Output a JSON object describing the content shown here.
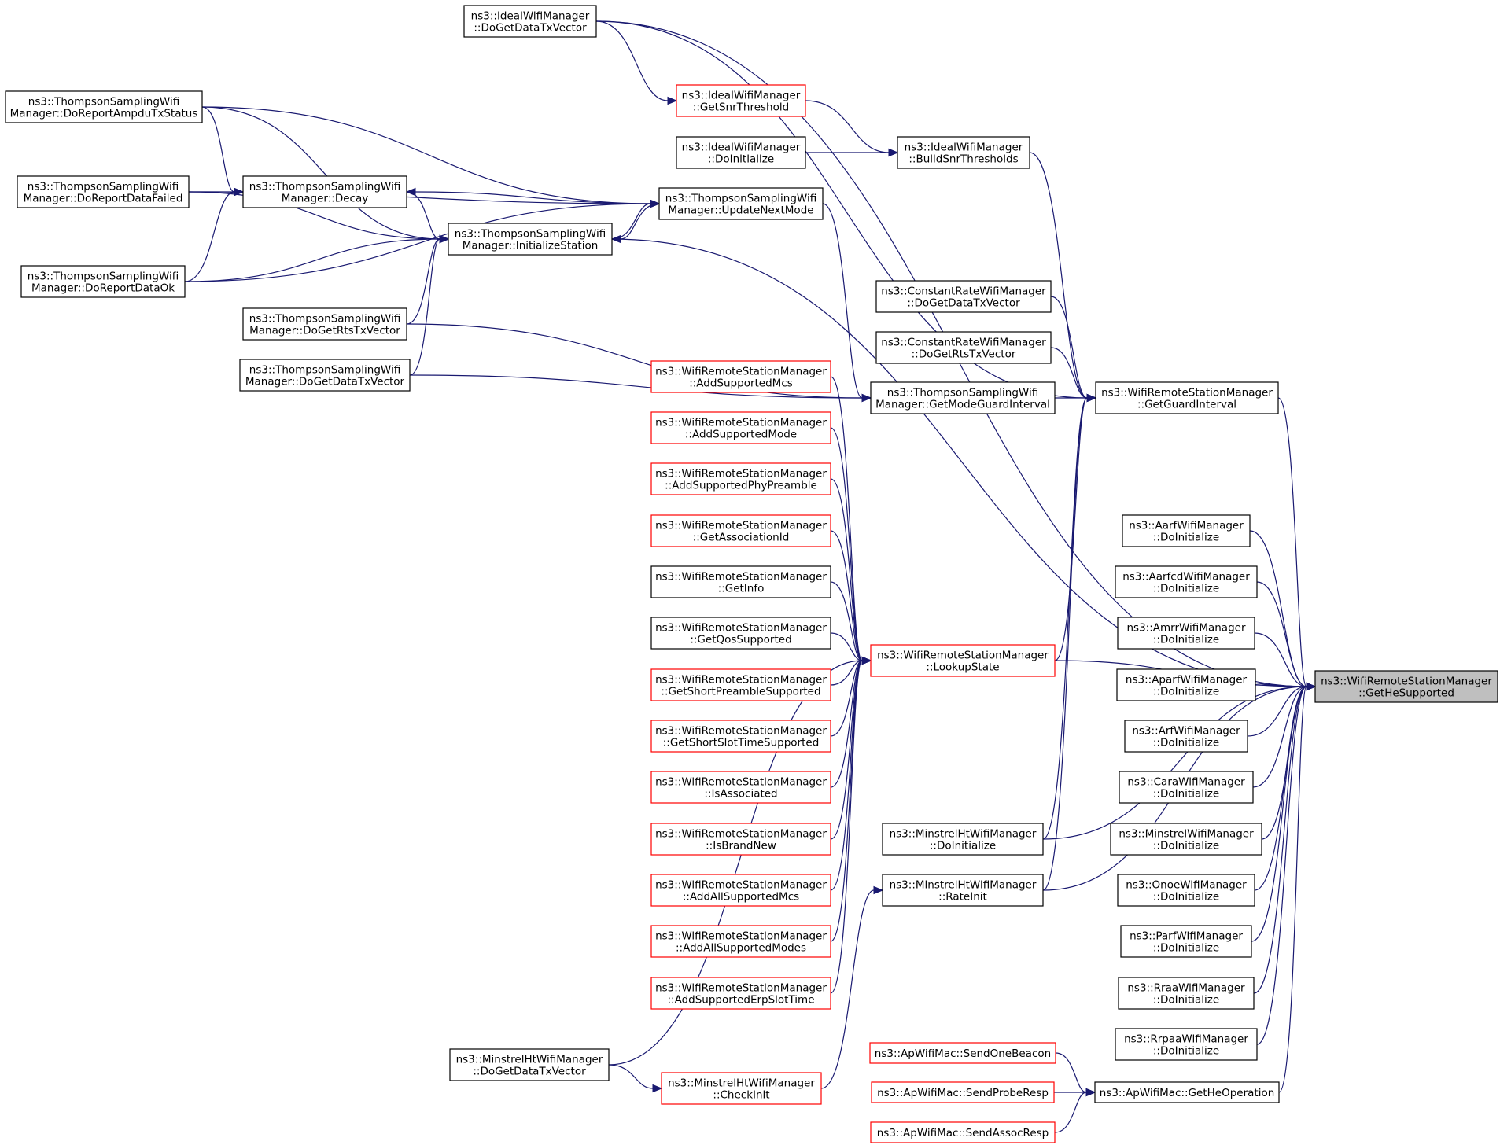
{
  "colors": {
    "edge": "#191970",
    "border_normal": "#000000",
    "border_truncated": "#ff0000",
    "fill_root": "#bfbfbf",
    "fill_normal": "#ffffff"
  },
  "nodes": [
    {
      "id": "gethe",
      "lines": [
        "ns3::WifiRemoteStationManager",
        "::GetHeSupported"
      ],
      "style": "root"
    },
    {
      "id": "ideal_dogdtx",
      "lines": [
        "ns3::IdealWifiManager",
        "::DoGetDataTxVector"
      ],
      "style": "normal"
    },
    {
      "id": "ideal_gsnr",
      "lines": [
        "ns3::IdealWifiManager",
        "::GetSnrThreshold"
      ],
      "style": "truncated"
    },
    {
      "id": "ideal_doinit",
      "lines": [
        "ns3::IdealWifiManager",
        "::DoInitialize"
      ],
      "style": "normal"
    },
    {
      "id": "ideal_build",
      "lines": [
        "ns3::IdealWifiManager",
        "::BuildSnrThresholds"
      ],
      "style": "normal"
    },
    {
      "id": "ts_ampdu",
      "lines": [
        "ns3::ThompsonSamplingWifi",
        "Manager::DoReportAmpduTxStatus"
      ],
      "style": "normal"
    },
    {
      "id": "ts_failed",
      "lines": [
        "ns3::ThompsonSamplingWifi",
        "Manager::DoReportDataFailed"
      ],
      "style": "normal"
    },
    {
      "id": "ts_decay",
      "lines": [
        "ns3::ThompsonSamplingWifi",
        "Manager::Decay"
      ],
      "style": "normal"
    },
    {
      "id": "ts_update",
      "lines": [
        "ns3::ThompsonSamplingWifi",
        "Manager::UpdateNextMode"
      ],
      "style": "normal"
    },
    {
      "id": "ts_init",
      "lines": [
        "ns3::ThompsonSamplingWifi",
        "Manager::InitializeStation"
      ],
      "style": "normal"
    },
    {
      "id": "ts_ok",
      "lines": [
        "ns3::ThompsonSamplingWifi",
        "Manager::DoReportDataOk"
      ],
      "style": "normal"
    },
    {
      "id": "ts_rts",
      "lines": [
        "ns3::ThompsonSamplingWifi",
        "Manager::DoGetRtsTxVector"
      ],
      "style": "normal"
    },
    {
      "id": "ts_dtx",
      "lines": [
        "ns3::ThompsonSamplingWifi",
        "Manager::DoGetDataTxVector"
      ],
      "style": "normal"
    },
    {
      "id": "ts_gmgi",
      "lines": [
        "ns3::ThompsonSamplingWifi",
        "Manager::GetModeGuardInterval"
      ],
      "style": "normal"
    },
    {
      "id": "cr_dtx",
      "lines": [
        "ns3::ConstantRateWifiManager",
        "::DoGetDataTxVector"
      ],
      "style": "normal"
    },
    {
      "id": "cr_rts",
      "lines": [
        "ns3::ConstantRateWifiManager",
        "::DoGetRtsTxVector"
      ],
      "style": "normal"
    },
    {
      "id": "wrsm_ggi",
      "lines": [
        "ns3::WifiRemoteStationManager",
        "::GetGuardInterval"
      ],
      "style": "normal"
    },
    {
      "id": "wrsm_lookup",
      "lines": [
        "ns3::WifiRemoteStationManager",
        "::LookupState"
      ],
      "style": "truncated"
    },
    {
      "id": "wrsm_asmcs",
      "lines": [
        "ns3::WifiRemoteStationManager",
        "::AddSupportedMcs"
      ],
      "style": "truncated"
    },
    {
      "id": "wrsm_asmode",
      "lines": [
        "ns3::WifiRemoteStationManager",
        "::AddSupportedMode"
      ],
      "style": "truncated"
    },
    {
      "id": "wrsm_asphy",
      "lines": [
        "ns3::WifiRemoteStationManager",
        "::AddSupportedPhyPreamble"
      ],
      "style": "truncated"
    },
    {
      "id": "wrsm_gaid",
      "lines": [
        "ns3::WifiRemoteStationManager",
        "::GetAssociationId"
      ],
      "style": "truncated"
    },
    {
      "id": "wrsm_ginfo",
      "lines": [
        "ns3::WifiRemoteStationManager",
        "::GetInfo"
      ],
      "style": "normal"
    },
    {
      "id": "wrsm_gqos",
      "lines": [
        "ns3::WifiRemoteStationManager",
        "::GetQosSupported"
      ],
      "style": "normal"
    },
    {
      "id": "wrsm_gspre",
      "lines": [
        "ns3::WifiRemoteStationManager",
        "::GetShortPreambleSupported"
      ],
      "style": "truncated"
    },
    {
      "id": "wrsm_gsslot",
      "lines": [
        "ns3::WifiRemoteStationManager",
        "::GetShortSlotTimeSupported"
      ],
      "style": "truncated"
    },
    {
      "id": "wrsm_isassoc",
      "lines": [
        "ns3::WifiRemoteStationManager",
        "::IsAssociated"
      ],
      "style": "truncated"
    },
    {
      "id": "wrsm_isnew",
      "lines": [
        "ns3::WifiRemoteStationManager",
        "::IsBrandNew"
      ],
      "style": "truncated"
    },
    {
      "id": "wrsm_aamcs",
      "lines": [
        "ns3::WifiRemoteStationManager",
        "::AddAllSupportedMcs"
      ],
      "style": "truncated"
    },
    {
      "id": "wrsm_aamodes",
      "lines": [
        "ns3::WifiRemoteStationManager",
        "::AddAllSupportedModes"
      ],
      "style": "truncated"
    },
    {
      "id": "wrsm_aserp",
      "lines": [
        "ns3::WifiRemoteStationManager",
        "::AddSupportedErpSlotTime"
      ],
      "style": "truncated"
    },
    {
      "id": "mht_doinit",
      "lines": [
        "ns3::MinstrelHtWifiManager",
        "::DoInitialize"
      ],
      "style": "normal"
    },
    {
      "id": "mht_rateinit",
      "lines": [
        "ns3::MinstrelHtWifiManager",
        "::RateInit"
      ],
      "style": "normal"
    },
    {
      "id": "mht_dtx",
      "lines": [
        "ns3::MinstrelHtWifiManager",
        "::DoGetDataTxVector"
      ],
      "style": "normal"
    },
    {
      "id": "mht_check",
      "lines": [
        "ns3::MinstrelHtWifiManager",
        "::CheckInit"
      ],
      "style": "truncated"
    },
    {
      "id": "aarf",
      "lines": [
        "ns3::AarfWifiManager",
        "::DoInitialize"
      ],
      "style": "normal"
    },
    {
      "id": "aarfcd",
      "lines": [
        "ns3::AarfcdWifiManager",
        "::DoInitialize"
      ],
      "style": "normal"
    },
    {
      "id": "amrr",
      "lines": [
        "ns3::AmrrWifiManager",
        "::DoInitialize"
      ],
      "style": "normal"
    },
    {
      "id": "aparf",
      "lines": [
        "ns3::AparfWifiManager",
        "::DoInitialize"
      ],
      "style": "normal"
    },
    {
      "id": "arf",
      "lines": [
        "ns3::ArfWifiManager",
        "::DoInitialize"
      ],
      "style": "normal"
    },
    {
      "id": "cara",
      "lines": [
        "ns3::CaraWifiManager",
        "::DoInitialize"
      ],
      "style": "normal"
    },
    {
      "id": "minstrel",
      "lines": [
        "ns3::MinstrelWifiManager",
        "::DoInitialize"
      ],
      "style": "normal"
    },
    {
      "id": "onoe",
      "lines": [
        "ns3::OnoeWifiManager",
        "::DoInitialize"
      ],
      "style": "normal"
    },
    {
      "id": "parf",
      "lines": [
        "ns3::ParfWifiManager",
        "::DoInitialize"
      ],
      "style": "normal"
    },
    {
      "id": "rraa",
      "lines": [
        "ns3::RraaWifiManager",
        "::DoInitialize"
      ],
      "style": "normal"
    },
    {
      "id": "rrpaa",
      "lines": [
        "ns3::RrpaaWifiManager",
        "::DoInitialize"
      ],
      "style": "normal"
    },
    {
      "id": "ap_beacon",
      "lines": [
        "ns3::ApWifiMac::SendOneBeacon"
      ],
      "style": "truncated"
    },
    {
      "id": "ap_probe",
      "lines": [
        "ns3::ApWifiMac::SendProbeResp"
      ],
      "style": "truncated"
    },
    {
      "id": "ap_assoc",
      "lines": [
        "ns3::ApWifiMac::SendAssocResp"
      ],
      "style": "truncated"
    },
    {
      "id": "ap_gheop",
      "lines": [
        "ns3::ApWifiMac::GetHeOperation"
      ],
      "style": "normal"
    }
  ],
  "edges": [
    {
      "from": "ideal_dogdtx",
      "to": "gethe"
    },
    {
      "from": "ideal_dogdtx",
      "to": "wrsm_ggi"
    },
    {
      "from": "ideal_dogdtx",
      "to": "ideal_gsnr"
    },
    {
      "from": "ideal_gsnr",
      "to": "ideal_build"
    },
    {
      "from": "ideal_doinit",
      "to": "ideal_build"
    },
    {
      "from": "ideal_build",
      "to": "wrsm_ggi"
    },
    {
      "from": "ts_ampdu",
      "to": "ts_decay"
    },
    {
      "from": "ts_ampdu",
      "to": "ts_init"
    },
    {
      "from": "ts_ampdu",
      "to": "ts_update"
    },
    {
      "from": "ts_failed",
      "to": "ts_decay"
    },
    {
      "from": "ts_failed",
      "to": "ts_init"
    },
    {
      "from": "ts_failed",
      "to": "ts_update"
    },
    {
      "from": "ts_ok",
      "to": "ts_decay"
    },
    {
      "from": "ts_ok",
      "to": "ts_init"
    },
    {
      "from": "ts_ok",
      "to": "ts_update"
    },
    {
      "from": "ts_rts",
      "to": "ts_init"
    },
    {
      "from": "ts_rts",
      "to": "ts_gmgi"
    },
    {
      "from": "ts_dtx",
      "to": "ts_init"
    },
    {
      "from": "ts_dtx",
      "to": "ts_gmgi"
    },
    {
      "from": "ts_update",
      "to": "ts_decay"
    },
    {
      "from": "ts_update",
      "to": "ts_init"
    },
    {
      "from": "ts_update",
      "to": "ts_gmgi"
    },
    {
      "from": "ts_decay",
      "to": "ts_init"
    },
    {
      "from": "ts_init",
      "to": "ts_update"
    },
    {
      "from": "ts_init",
      "to": "gethe"
    },
    {
      "from": "ts_gmgi",
      "to": "wrsm_ggi"
    },
    {
      "from": "cr_dtx",
      "to": "wrsm_ggi"
    },
    {
      "from": "cr_rts",
      "to": "wrsm_ggi"
    },
    {
      "from": "wrsm_ggi",
      "to": "gethe"
    },
    {
      "from": "wrsm_lookup",
      "to": "wrsm_ggi"
    },
    {
      "from": "wrsm_lookup",
      "to": "gethe"
    },
    {
      "from": "wrsm_asmcs",
      "to": "wrsm_lookup"
    },
    {
      "from": "wrsm_asmode",
      "to": "wrsm_lookup"
    },
    {
      "from": "wrsm_asphy",
      "to": "wrsm_lookup"
    },
    {
      "from": "wrsm_gaid",
      "to": "wrsm_lookup"
    },
    {
      "from": "wrsm_ginfo",
      "to": "wrsm_lookup"
    },
    {
      "from": "wrsm_gqos",
      "to": "wrsm_lookup"
    },
    {
      "from": "wrsm_gspre",
      "to": "wrsm_lookup"
    },
    {
      "from": "wrsm_gsslot",
      "to": "wrsm_lookup"
    },
    {
      "from": "wrsm_isassoc",
      "to": "wrsm_lookup"
    },
    {
      "from": "wrsm_isnew",
      "to": "wrsm_lookup"
    },
    {
      "from": "wrsm_aamcs",
      "to": "wrsm_lookup"
    },
    {
      "from": "wrsm_aamodes",
      "to": "wrsm_lookup"
    },
    {
      "from": "wrsm_aserp",
      "to": "wrsm_lookup"
    },
    {
      "from": "mht_doinit",
      "to": "wrsm_ggi"
    },
    {
      "from": "mht_doinit",
      "to": "gethe"
    },
    {
      "from": "mht_rateinit",
      "to": "wrsm_ggi"
    },
    {
      "from": "mht_rateinit",
      "to": "gethe"
    },
    {
      "from": "mht_dtx",
      "to": "wrsm_lookup"
    },
    {
      "from": "mht_dtx",
      "to": "mht_check"
    },
    {
      "from": "mht_check",
      "to": "mht_rateinit"
    },
    {
      "from": "aarf",
      "to": "gethe"
    },
    {
      "from": "aarfcd",
      "to": "gethe"
    },
    {
      "from": "amrr",
      "to": "gethe"
    },
    {
      "from": "aparf",
      "to": "gethe"
    },
    {
      "from": "arf",
      "to": "gethe"
    },
    {
      "from": "cara",
      "to": "gethe"
    },
    {
      "from": "minstrel",
      "to": "gethe"
    },
    {
      "from": "onoe",
      "to": "gethe"
    },
    {
      "from": "parf",
      "to": "gethe"
    },
    {
      "from": "rraa",
      "to": "gethe"
    },
    {
      "from": "rrpaa",
      "to": "gethe"
    },
    {
      "from": "ap_beacon",
      "to": "ap_gheop"
    },
    {
      "from": "ap_probe",
      "to": "ap_gheop"
    },
    {
      "from": "ap_assoc",
      "to": "ap_gheop"
    },
    {
      "from": "ap_gheop",
      "to": "gethe"
    }
  ]
}
